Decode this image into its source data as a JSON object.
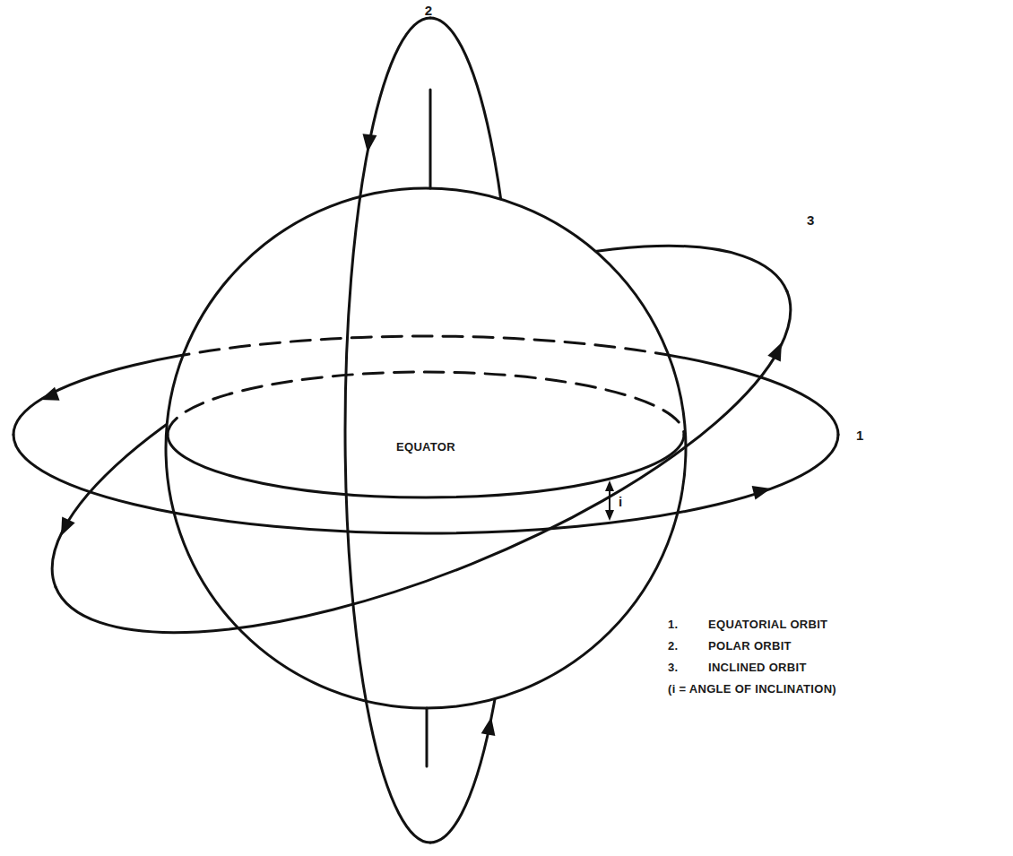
{
  "diagram": {
    "labels": [
      "2",
      "3",
      "1",
      "EQUATOR",
      "i",
      "1.",
      "EQUATORIAL ORBIT",
      "2.",
      "POLAR ORBIT",
      "3.",
      "INCLINED ORBIT",
      "(i = ANGLE OF INCLINATION)"
    ]
  }
}
